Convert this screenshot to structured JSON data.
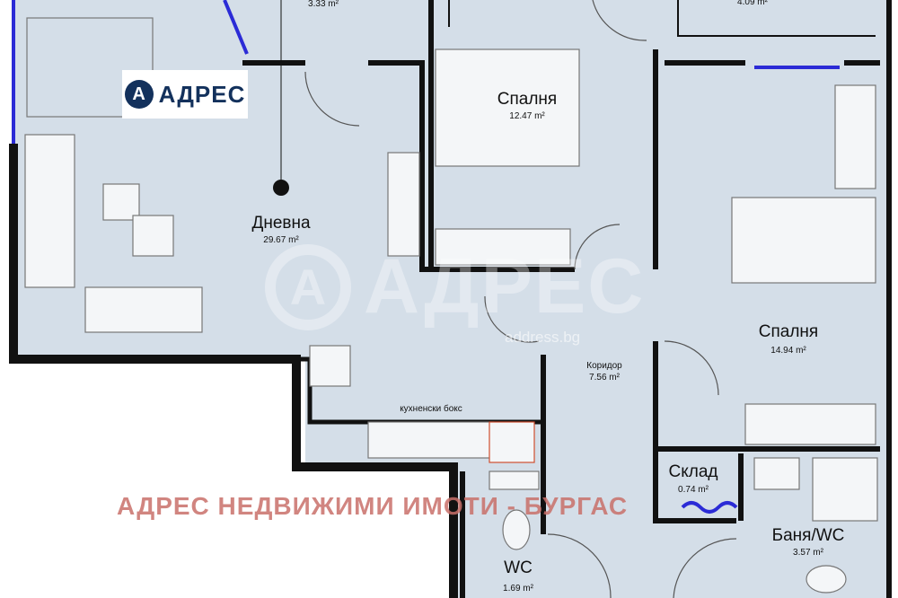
{
  "logo": {
    "mark": "A",
    "text": "АДРЕС"
  },
  "watermark": {
    "mark": "A",
    "text": "АДРЕС",
    "url": "address.bg"
  },
  "banner": "АДРЕС НЕДВИЖИМИ ИМОТИ - БУРГАС",
  "colors": {
    "floor": "#d4dee8",
    "wall": "#111111",
    "window": "#2b2bd6",
    "logo": "#13315c",
    "banner": "#c9706a"
  },
  "rooms": {
    "terrace_left": {
      "area": "3.33 m²"
    },
    "terrace_right": {
      "area": "4.09 m²"
    },
    "bedroom1": {
      "name": "Спалня",
      "area": "12.47 m²"
    },
    "living": {
      "name": "Дневна",
      "area": "29.67 m²"
    },
    "bedroom2": {
      "name": "Спалня",
      "area": "14.94 m²"
    },
    "corridor": {
      "name": "Коридор",
      "area": "7.56 m²"
    },
    "kitchen": {
      "name": "кухненски бокс"
    },
    "storage": {
      "name": "Склад",
      "area": "0.74 m²"
    },
    "bathroom": {
      "name": "Баня/WC",
      "area": "3.57 m²"
    },
    "wc": {
      "name": "WC",
      "area": "1.69 m²"
    }
  }
}
